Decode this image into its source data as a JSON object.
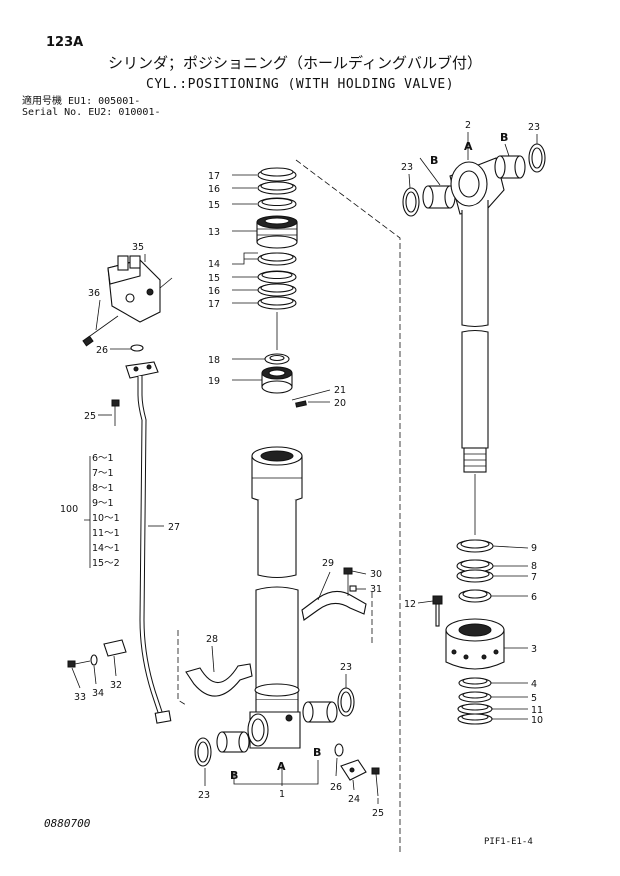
{
  "header": {
    "page_code": "123A",
    "title_jp": "シリンダ；ポジショニング（ホールディングバルブ付）",
    "title_en": "CYL.:POSITIONING (WITH HOLDING VALVE)",
    "serial_label_jp": "適用号機",
    "serial_label_en": "Serial No.",
    "serial_eu1": "EU1: 005001-",
    "serial_eu2": "EU2: 010001-"
  },
  "footer": {
    "doc_no": "0880700",
    "fig_code": "PIF1-E1-4"
  },
  "callouts": {
    "c1": "1",
    "c2": "2",
    "c3": "3",
    "c4": "4",
    "c5": "5",
    "c6": "6",
    "c7": "7",
    "c8": "8",
    "c9": "9",
    "c10": "10",
    "c11": "11",
    "c12": "12",
    "c13": "13",
    "c14": "14",
    "c15a": "15",
    "c15b": "15",
    "c16a": "16",
    "c16b": "16",
    "c17a": "17",
    "c17b": "17",
    "c18": "18",
    "c19": "19",
    "c20": "20",
    "c21": "21",
    "c23a": "23",
    "c23b": "23",
    "c23c": "23",
    "c23d": "23",
    "c24": "24",
    "c25a": "25",
    "c25b": "25",
    "c26a": "26",
    "c26b": "26",
    "c27": "27",
    "c28": "28",
    "c29": "29",
    "c30": "30",
    "c31": "31",
    "c32": "32",
    "c33": "33",
    "c34": "34",
    "c35": "35",
    "c36": "36",
    "c100": "100",
    "A_top": "A",
    "A_bot": "A",
    "B_tl": "B",
    "B_tr": "B",
    "B_bl": "B",
    "B_br": "B"
  },
  "kit_items": [
    "6～1",
    "7～1",
    "8～1",
    "9～1",
    "10～1",
    "11～1",
    "14～1",
    "15～2"
  ]
}
